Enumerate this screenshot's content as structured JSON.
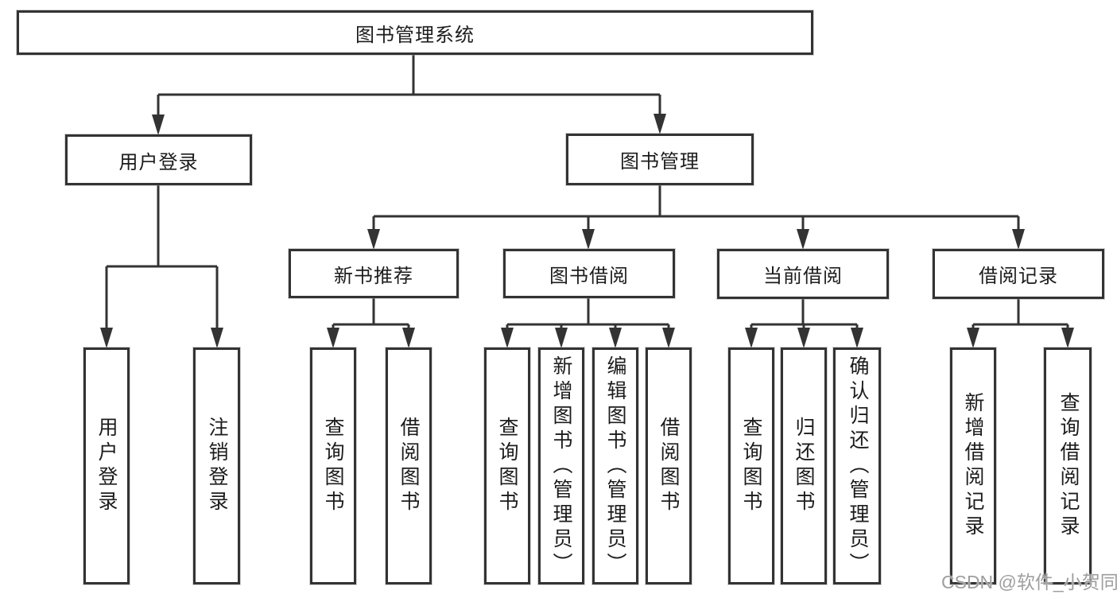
{
  "title": "图书管理系统",
  "watermark": "CSDN @软件_小贺同学",
  "colors": {
    "line": "#333333",
    "text": "#1c1c1c",
    "box_fill": "#ffffff",
    "watermark": "#969696"
  },
  "tree": {
    "label": "图书管理系统",
    "children": [
      {
        "label": "用户登录",
        "children": [
          {
            "label": "用户登录"
          },
          {
            "label": "注销登录"
          }
        ]
      },
      {
        "label": "图书管理",
        "children": [
          {
            "label": "新书推荐",
            "children": [
              {
                "label": "查询图书"
              },
              {
                "label": "借阅图书"
              }
            ]
          },
          {
            "label": "图书借阅",
            "children": [
              {
                "label": "查询图书"
              },
              {
                "label": "新增图书（管理员）"
              },
              {
                "label": "编辑图书（管理员）"
              },
              {
                "label": "借阅图书"
              }
            ]
          },
          {
            "label": "当前借阅",
            "children": [
              {
                "label": "查询图书"
              },
              {
                "label": "归还图书"
              },
              {
                "label": "确认归还（管理员）"
              }
            ]
          },
          {
            "label": "借阅记录",
            "children": [
              {
                "label": "新增借阅记录"
              },
              {
                "label": "查询借阅记录"
              }
            ]
          }
        ]
      }
    ]
  }
}
